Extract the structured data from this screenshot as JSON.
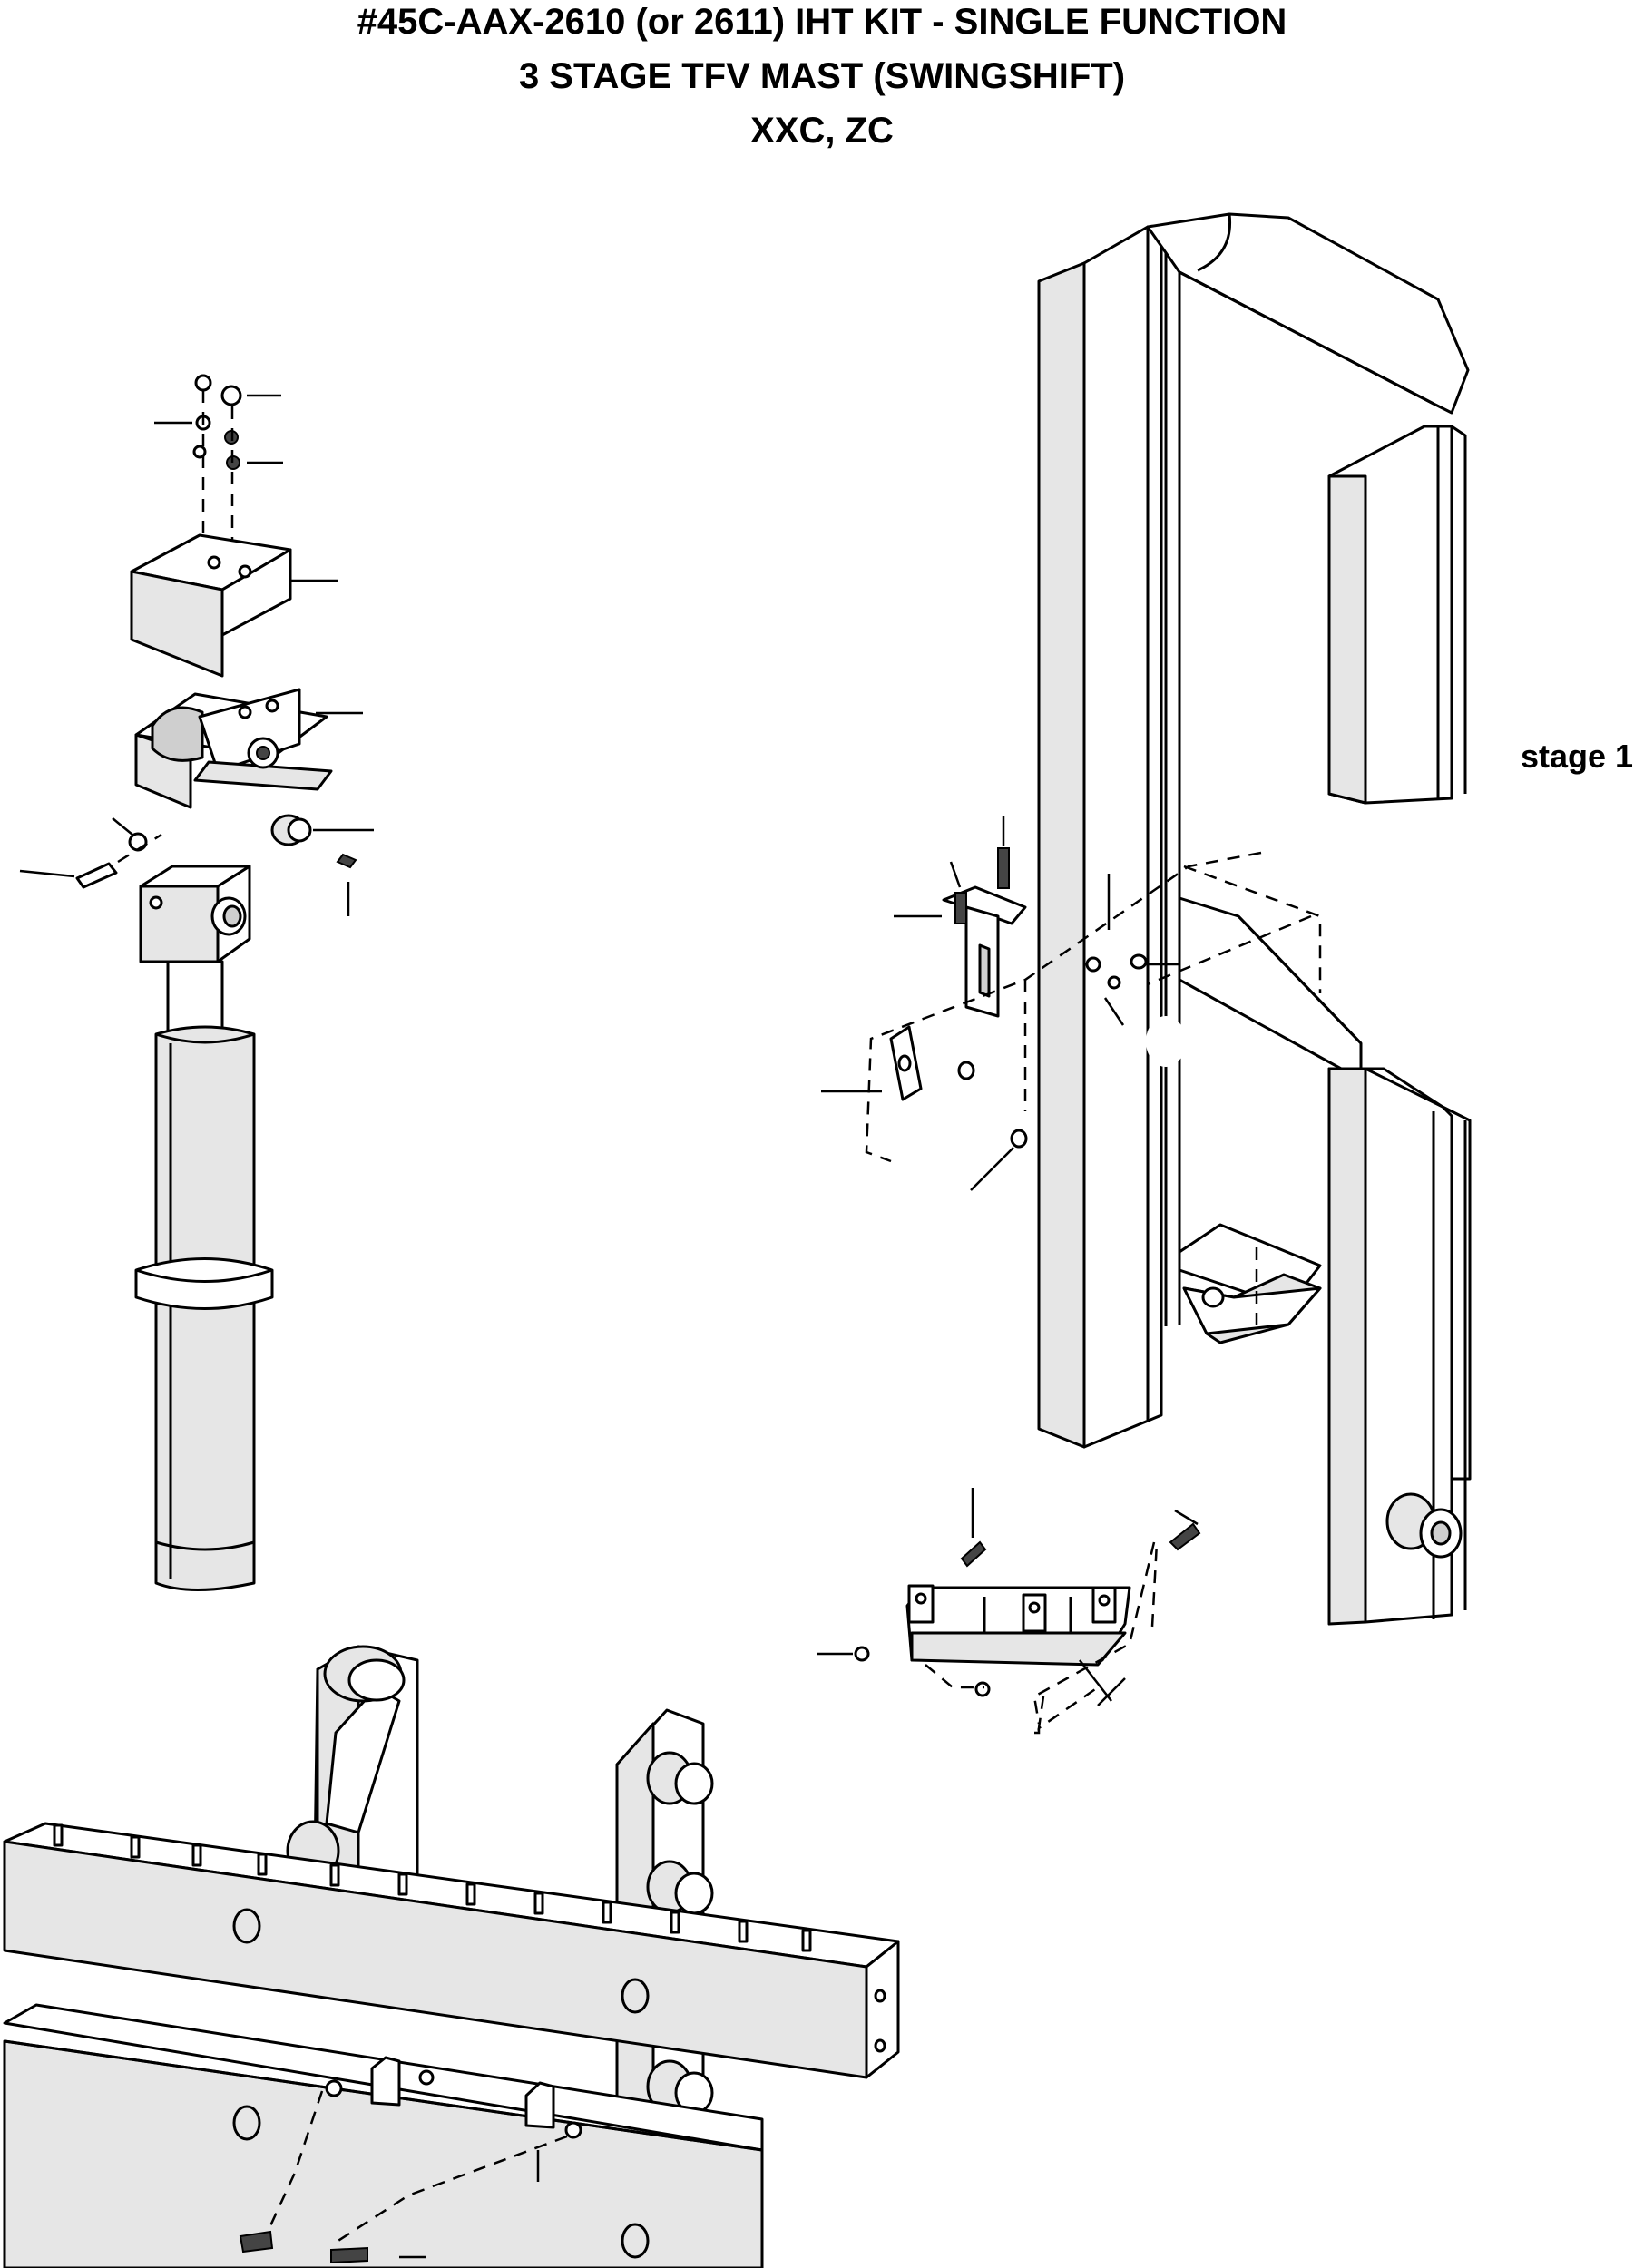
{
  "title": {
    "line1": "#45C-AAX-2610 (or 2611) IHT KIT - SINGLE FUNCTION",
    "line2": "3 STAGE TFV MAST (SWINGSHIFT)",
    "line3": "XXC, ZC"
  },
  "labels": {
    "stage": "stage 1"
  }
}
